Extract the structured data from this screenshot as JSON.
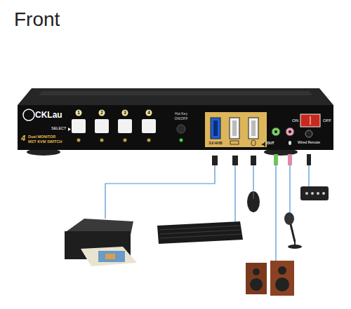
{
  "diagram": {
    "title": "Front",
    "labels": [
      "CKLau",
      "4",
      "Dual MONITOR",
      "MST KVM SWITCH",
      "1",
      "2",
      "3",
      "4",
      "SELECT",
      "Hot Key",
      "ON/OFF",
      "3.0 HUB",
      "OUT",
      "ON",
      "OFF",
      "Wired Remote"
    ]
  }
}
